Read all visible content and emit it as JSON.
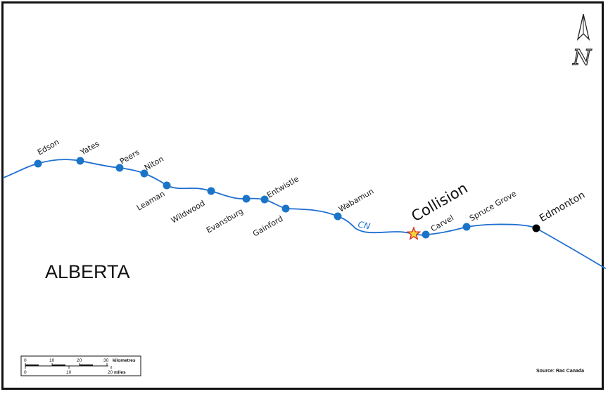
{
  "map": {
    "region_label": "ALBERTA",
    "collision_label": "Collision",
    "railway_label": "CN",
    "north_label": "N",
    "source_text": "Source: Rac Canada",
    "colors": {
      "rail_line": "#1f6fd0",
      "station_fill": "#1a75c8",
      "terminal_fill": "#000000",
      "collision_star_fill": "#f4d63b",
      "collision_star_stroke": "#d42a1e"
    },
    "stations": [
      {
        "id": "edson",
        "name": "Edson"
      },
      {
        "id": "yates",
        "name": "Yates"
      },
      {
        "id": "peers",
        "name": "Peers"
      },
      {
        "id": "niton",
        "name": "Niton"
      },
      {
        "id": "leaman",
        "name": "Leaman"
      },
      {
        "id": "wildwood",
        "name": "Wildwood"
      },
      {
        "id": "evansburg",
        "name": "Evansburg"
      },
      {
        "id": "entwistle",
        "name": "Entwistle"
      },
      {
        "id": "gainford",
        "name": "Gainford"
      },
      {
        "id": "wabamun",
        "name": "Wabamun"
      },
      {
        "id": "carvel",
        "name": "Carvel"
      },
      {
        "id": "spruce-grove",
        "name": "Spruce Grove"
      },
      {
        "id": "edmonton",
        "name": "Edmonton"
      }
    ],
    "scale_bar": {
      "km_ticks": [
        "0",
        "10",
        "20",
        "30"
      ],
      "km_unit": "kilometres",
      "mile_ticks": [
        "0",
        "10",
        "20"
      ],
      "mile_unit": "miles"
    }
  }
}
